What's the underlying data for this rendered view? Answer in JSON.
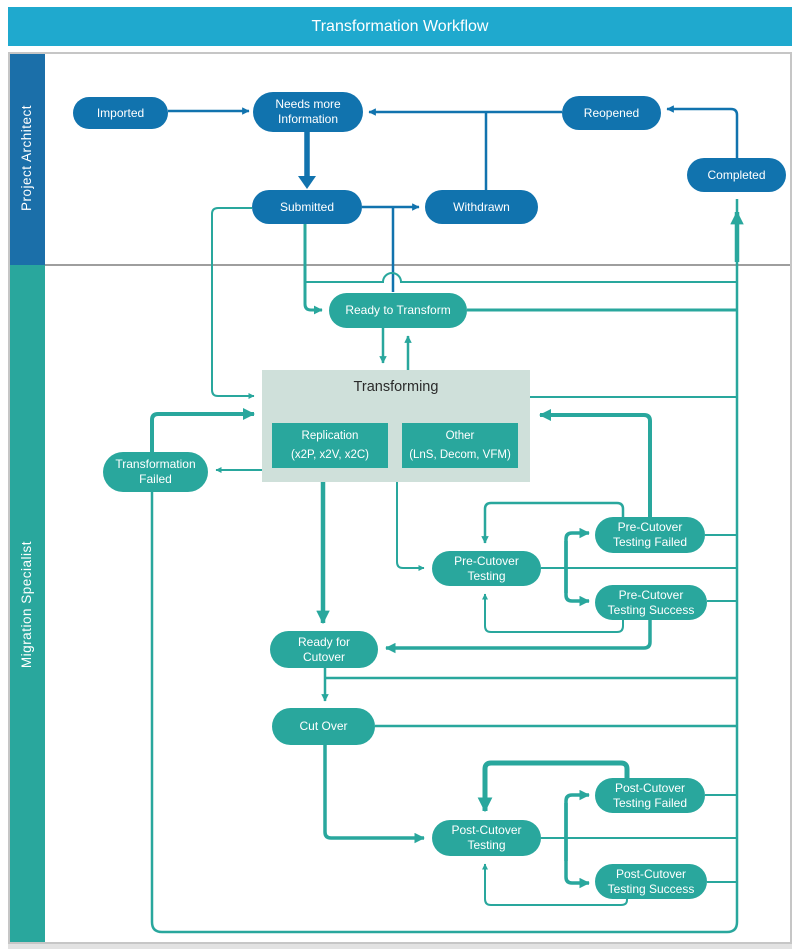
{
  "title": "Transformation Workflow",
  "lanes": {
    "project_architect": {
      "label": "Project Architect"
    },
    "migration_specialist": {
      "label": "Migration Specialist"
    }
  },
  "nodes": {
    "imported": {
      "line1": "Imported"
    },
    "needs_more_information": {
      "line1": "Needs more",
      "line2": "Information"
    },
    "submitted": {
      "line1": "Submitted"
    },
    "withdrawn": {
      "line1": "Withdrawn"
    },
    "reopened": {
      "line1": "Reopened"
    },
    "completed": {
      "line1": "Completed"
    },
    "ready_to_transform": {
      "line1": "Ready to Transform"
    },
    "transformation_failed": {
      "line1": "Transformation",
      "line2": "Failed"
    },
    "pre_cutover_testing": {
      "line1": "Pre-Cutover",
      "line2": "Testing"
    },
    "pre_cutover_testing_failed": {
      "line1": "Pre-Cutover",
      "line2": "Testing Failed"
    },
    "pre_cutover_testing_success": {
      "line1": "Pre-Cutover",
      "line2": "Testing Success"
    },
    "ready_for_cutover": {
      "line1": "Ready for",
      "line2": "Cutover"
    },
    "cut_over": {
      "line1": "Cut Over"
    },
    "post_cutover_testing": {
      "line1": "Post-Cutover",
      "line2": "Testing"
    },
    "post_cutover_testing_failed": {
      "line1": "Post-Cutover",
      "line2": "Testing Failed"
    },
    "post_cutover_testing_success": {
      "line1": "Post-Cutover",
      "line2": "Testing Success"
    }
  },
  "transforming": {
    "title": "Transforming",
    "replication": {
      "line1": "Replication",
      "line2": "(x2P, x2V, x2C)"
    },
    "other": {
      "line1": "Other",
      "line2": "(LnS, Decom, VFM)"
    }
  },
  "colors": {
    "header_bg": "#1FA9CE",
    "architect_lane_bg": "#1B6FA9",
    "architect_node": "#1173AE",
    "specialist_teal": "#29A79D",
    "transforming_box_bg": "#CFE0DA",
    "divider_gray": "#9e9e9e"
  }
}
